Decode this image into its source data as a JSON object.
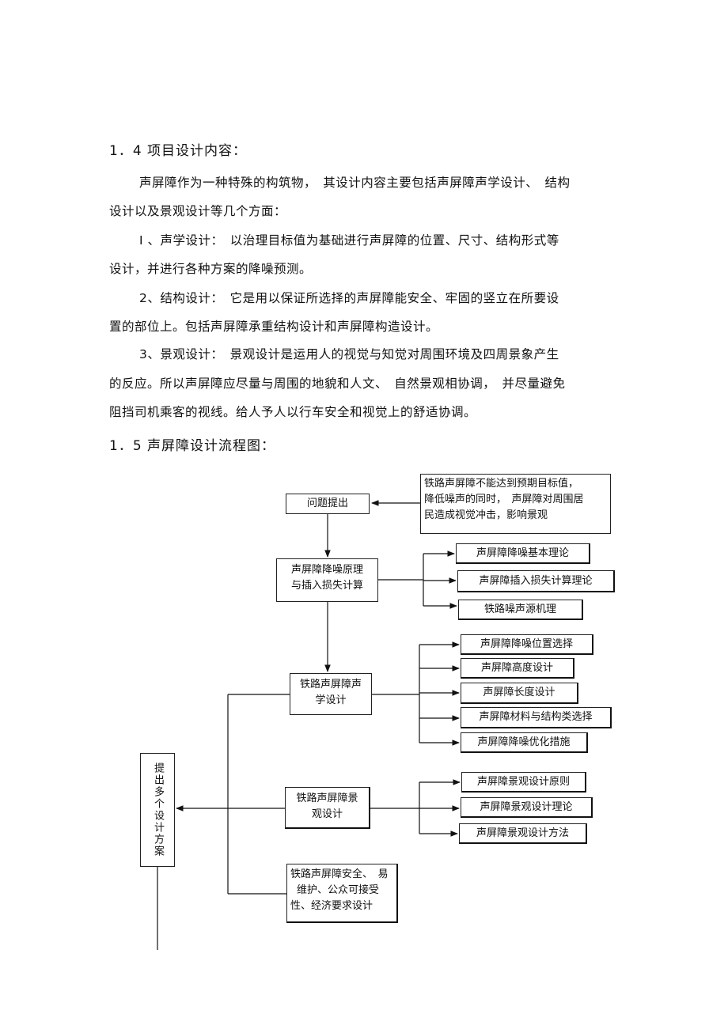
{
  "section_14": {
    "heading": "1．4 项目设计内容：",
    "p1_line1": "声屏障作为一种特殊的构筑物，　其设计内容主要包括声屏障声学设计、　结构",
    "p1_line2": "设计以及景观设计等几个方面：",
    "p2_line1": "I 、声学设计：　以治理目标值为基础进行声屏障的位置、尺寸、结构形式等",
    "p2_line2": "设计，并进行各种方案的降噪预测。",
    "p3_line1": "2、结构设计：　它是用以保证所选择的声屏障能安全、牢固的竖立在所要设",
    "p3_line2": "置的部位上。包括声屏障承重结构设计和声屏障构造设计。",
    "p4_line1": "3、景观设计：　景观设计是运用人的视觉与知觉对周围环境及四周景象产生",
    "p4_line2": "的反应。所以声屏障应尽量与周围的地貌和人文、　自然景观相协调，　并尽量避免",
    "p4_line3": "阻挡司机乘客的视线。给人予人以行车安全和视觉上的舒适协调。"
  },
  "section_15": {
    "heading": "1．5 声屏障设计流程图："
  },
  "flowchart": {
    "problem_desc": [
      "铁路声屏障不能达到预期目标值，",
      "降低噪声的同时，　声屏障对周围居",
      "民造成视觉冲击，影响景观"
    ],
    "problem": "问题提出",
    "principle": [
      "声屏障降噪原理",
      "与插入损失计算"
    ],
    "theory": [
      "声屏障降噪基本理论",
      "声屏障插入损失计算理论",
      "铁路噪声源机理"
    ],
    "acoustic": [
      "铁路声屏障声",
      "学设计"
    ],
    "acoustic_items": [
      "声屏障降噪位置选择",
      "声屏障高度设计",
      "声屏障长度设计",
      "声屏障材料与结构类选择",
      "声屏障降噪优化措施"
    ],
    "landscape": [
      "铁路声屏障景",
      "观设计"
    ],
    "landscape_items": [
      "声屏障景观设计原则",
      "声屏障景观设计理论",
      "声屏障景观设计方法"
    ],
    "safety": [
      "铁路声屏障安全、　易",
      "维护、公众可接受",
      "性、经济要求设计"
    ],
    "plans": "提出多个设计方案"
  }
}
